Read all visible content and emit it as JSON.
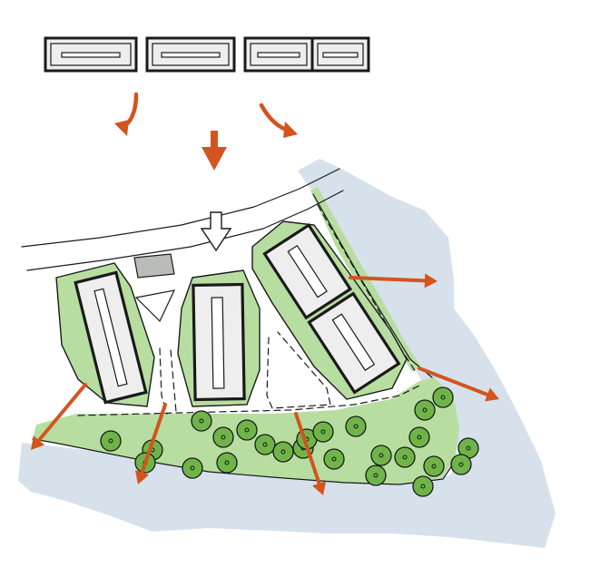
{
  "colors": {
    "water": "#d6e1ec",
    "green_space": "#b7dea0",
    "building_border": "#79c35b",
    "building_fill": "#eeeeee",
    "tree_fill": "#6fb448",
    "parking_block": "#b9bcb8",
    "arrow": "#d4541e",
    "ink": "#1a1a1a"
  },
  "legend_modules": [
    {
      "name": "module-single-a",
      "slots": 1
    },
    {
      "name": "module-single-b",
      "slots": 1
    },
    {
      "name": "module-double",
      "slots": 2
    }
  ],
  "icons": [
    "curved-arrow-icon",
    "down-arrow-icon",
    "outline-arrow-icon",
    "view-arrow-icon",
    "tree-icon"
  ]
}
